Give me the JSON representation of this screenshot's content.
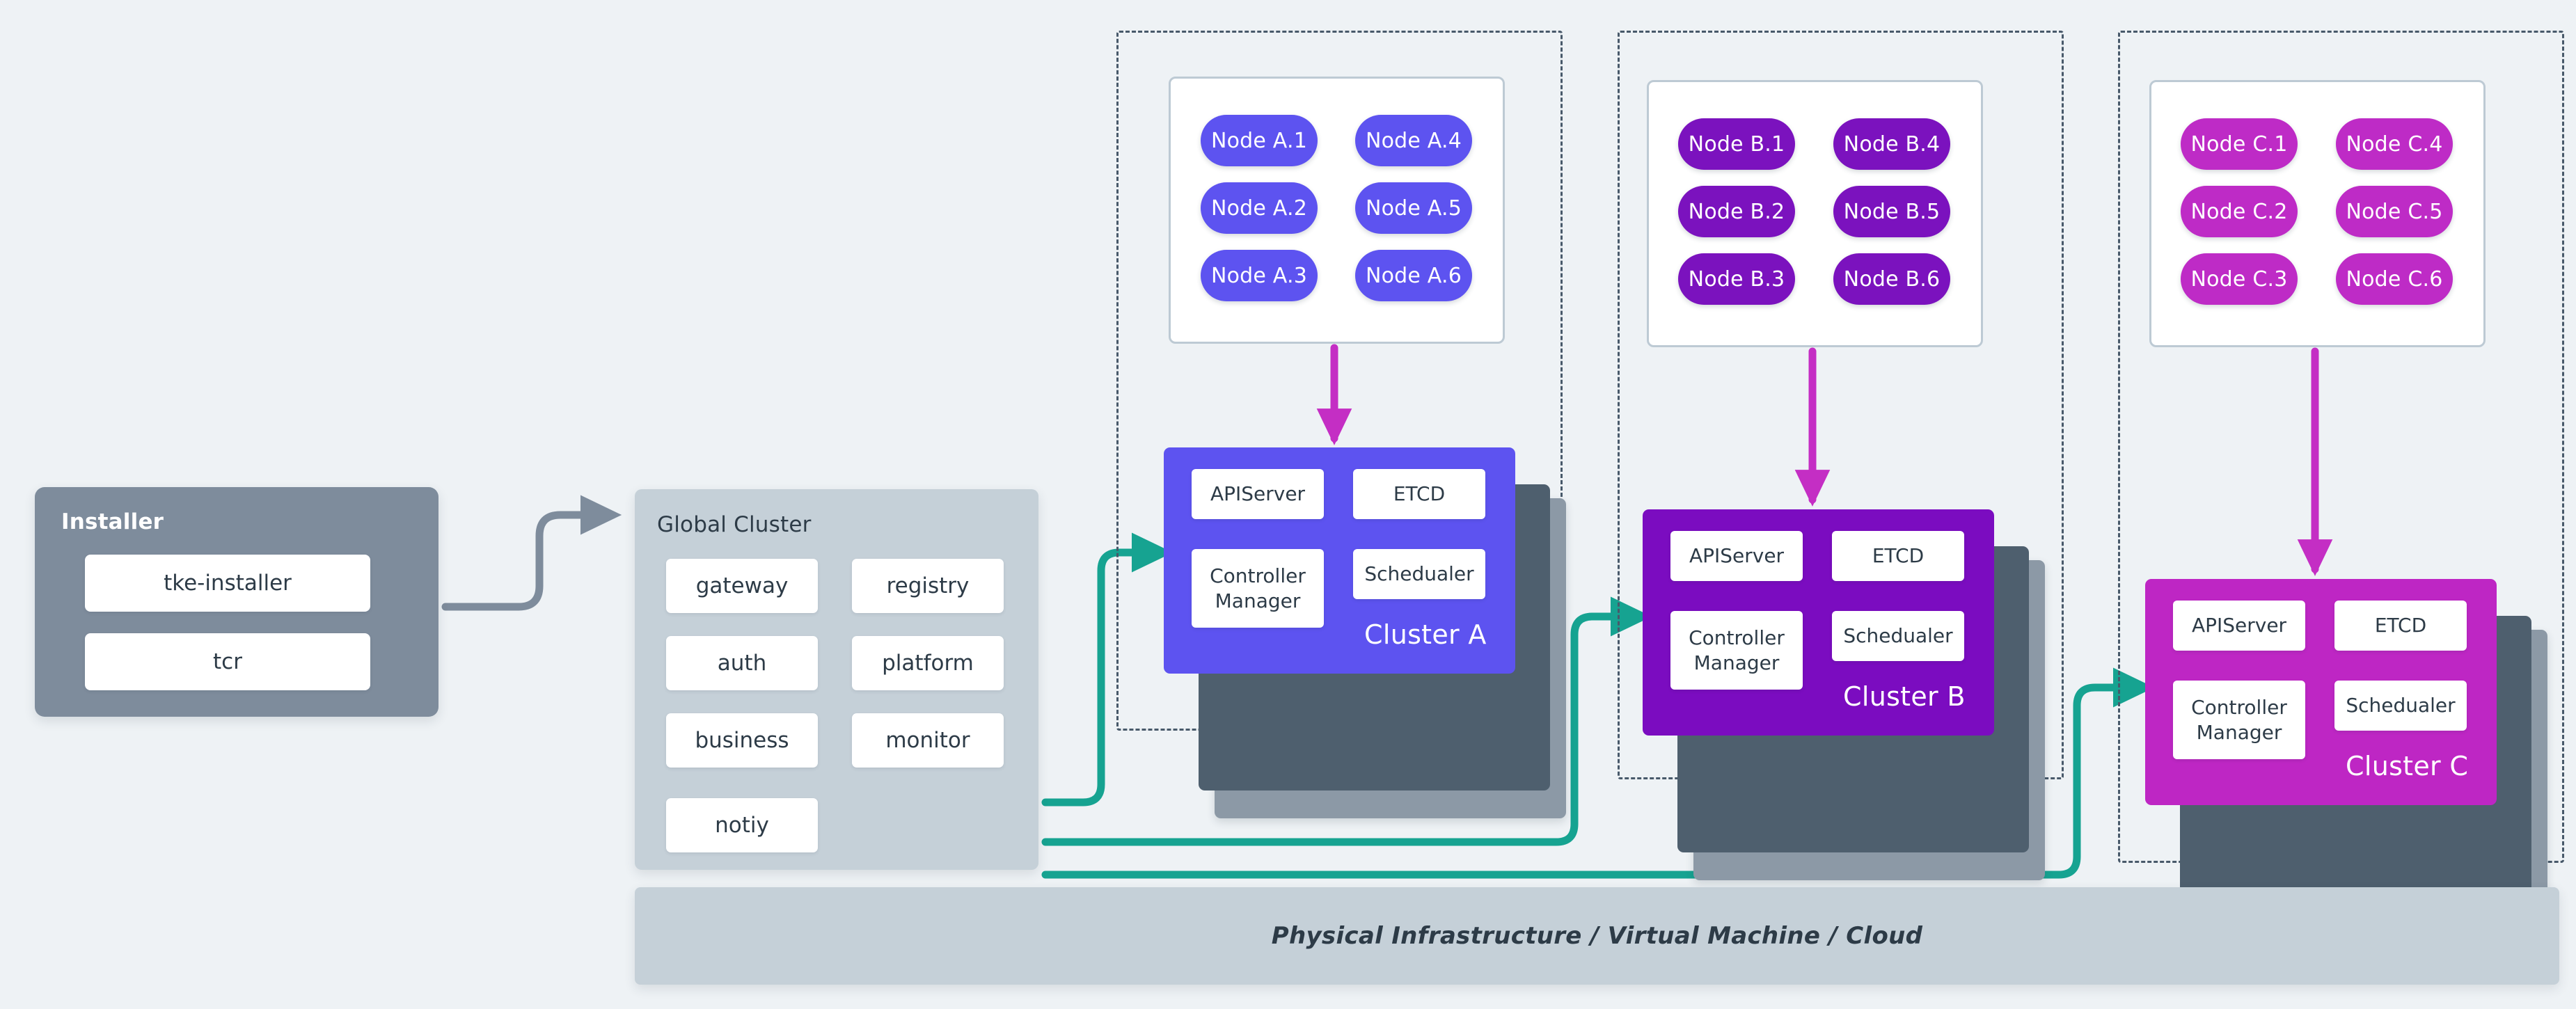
{
  "installer": {
    "title": "Installer",
    "items": [
      "tke-installer",
      "tcr"
    ]
  },
  "global_cluster": {
    "title": "Global Cluster",
    "components_left": [
      "gateway",
      "auth",
      "business",
      "notiy"
    ],
    "components_right": [
      "registry",
      "platform",
      "monitor"
    ]
  },
  "clusters": [
    {
      "name": "Cluster A",
      "accent": "#5D53F0",
      "node_accent": "#5D53F0",
      "nodes_left": [
        "Node A.1",
        "Node A.2",
        "Node A.3"
      ],
      "nodes_right": [
        "Node A.4",
        "Node A.5",
        "Node A.6"
      ],
      "control_plane": {
        "apiserver": "APIServer",
        "etcd": "ETCD",
        "controller_manager": "Controller Manager",
        "scheduler": "Schedualer"
      }
    },
    {
      "name": "Cluster B",
      "accent": "#7B0CC0",
      "node_accent": "#7B12BE",
      "nodes_left": [
        "Node B.1",
        "Node B.2",
        "Node B.3"
      ],
      "nodes_right": [
        "Node B.4",
        "Node B.5",
        "Node B.6"
      ],
      "control_plane": {
        "apiserver": "APIServer",
        "etcd": "ETCD",
        "controller_manager": "Controller Manager",
        "scheduler": "Schedualer"
      }
    },
    {
      "name": "Cluster C",
      "accent": "#BE26C4",
      "node_accent": "#BE2BC6",
      "nodes_left": [
        "Node C.1",
        "Node C.2",
        "Node C.3"
      ],
      "nodes_right": [
        "Node C.4",
        "Node C.5",
        "Node C.6"
      ],
      "control_plane": {
        "apiserver": "APIServer",
        "etcd": "ETCD",
        "controller_manager": "Controller Manager",
        "scheduler": "Schedualer"
      }
    }
  ],
  "infrastructure": {
    "label": "Physical Infrastructure / Virtual Machine / Cloud"
  },
  "colors": {
    "canvas_background": "#eef2f5",
    "installer_panel": "#7e8c9c",
    "global_panel": "#c5d0d8",
    "infra_panel": "#c5d0d8",
    "zone_border": "#48596a",
    "install_arrow": "#7e8c9c",
    "node_arrow": "#c42ec4",
    "deploy_arrow": "#16a391",
    "card_text": "#2d3b47"
  }
}
